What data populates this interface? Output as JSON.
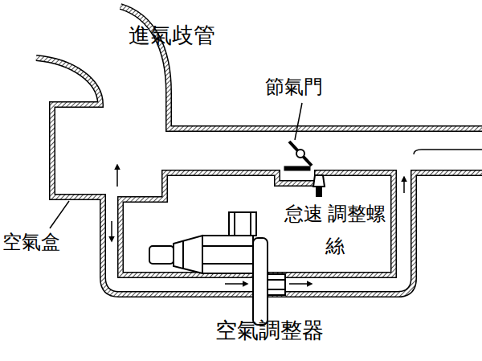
{
  "diagram": {
    "labels": [
      "進氣歧管",
      "節氣門",
      "空氣盒",
      "怠速 調整螺絲",
      "空氣調整器"
    ]
  }
}
